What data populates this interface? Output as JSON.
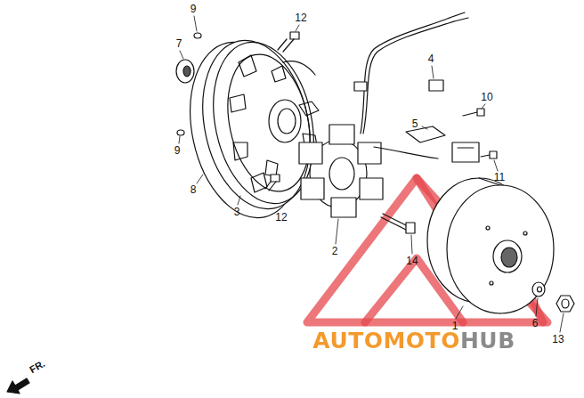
{
  "diagram": {
    "labels": [
      "9",
      "12",
      "7",
      "4",
      "10",
      "5",
      "9",
      "8",
      "3",
      "12",
      "11",
      "2",
      "14",
      "1",
      "6",
      "13",
      "FR.",
      "AUTOMOTOHUB"
    ]
  }
}
